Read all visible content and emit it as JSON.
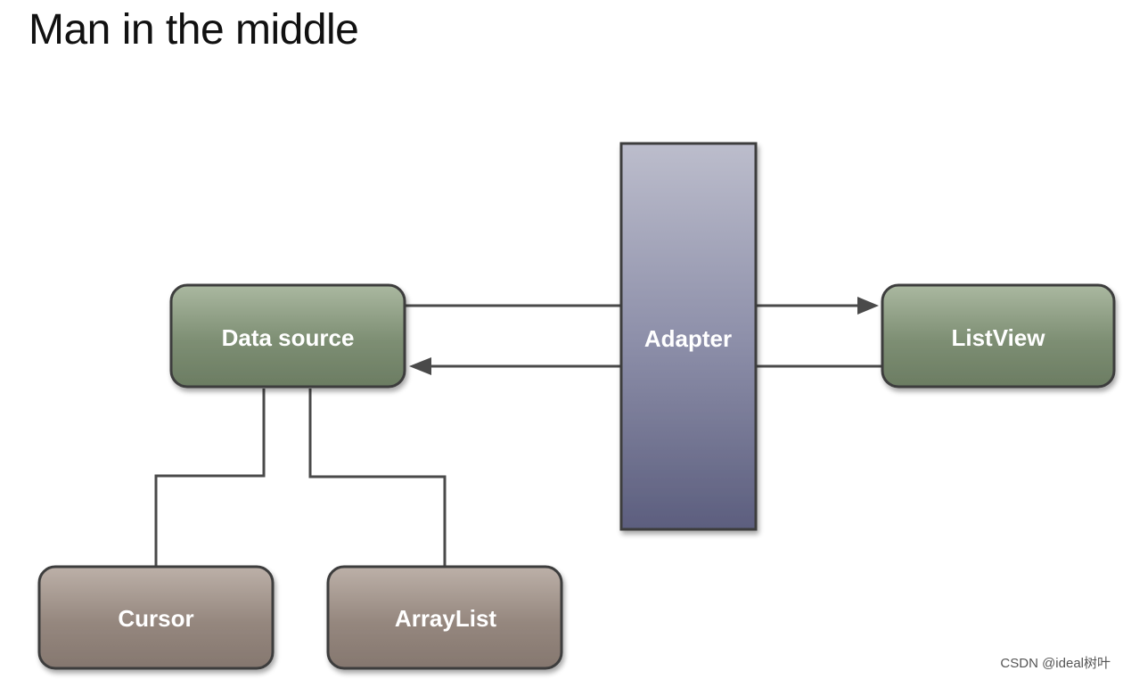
{
  "title": "Man in the middle",
  "nodes": {
    "data_source": {
      "label": "Data source",
      "color": "#76876c"
    },
    "adapter": {
      "label": "Adapter",
      "color": "#6a6c8c"
    },
    "list_view": {
      "label": "ListView",
      "color": "#76876c"
    },
    "cursor": {
      "label": "Cursor",
      "color": "#8e8078"
    },
    "array_list": {
      "label": "ArrayList",
      "color": "#8e8078"
    }
  },
  "watermark": "CSDN @ideal树叶"
}
